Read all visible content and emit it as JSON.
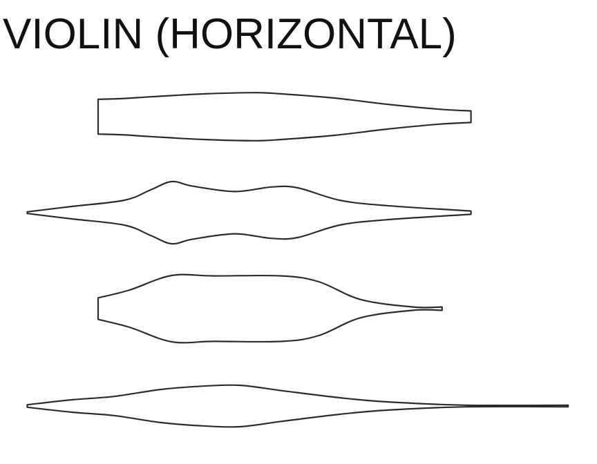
{
  "chart_data": {
    "type": "violin",
    "orientation": "horizontal",
    "title": "VIOLIN (HORIZONTAL)",
    "xlabel": "",
    "ylabel": "",
    "grid": false,
    "legend": "none",
    "stroke_color": "#2b2b2b",
    "fill_color": "none",
    "violins": [
      {
        "min": 2.0,
        "max": 9.1,
        "density": [
          [
            2.0,
            0.42
          ],
          [
            2.5,
            0.44
          ],
          [
            3.0,
            0.48
          ],
          [
            4.0,
            0.55
          ],
          [
            5.0,
            0.58
          ],
          [
            5.5,
            0.55
          ],
          [
            6.5,
            0.45
          ],
          [
            7.5,
            0.3
          ],
          [
            8.5,
            0.18
          ],
          [
            9.1,
            0.14
          ]
        ]
      },
      {
        "min": 0.65,
        "max": 9.1,
        "density": [
          [
            0.65,
            0.02
          ],
          [
            1.5,
            0.15
          ],
          [
            2.5,
            0.3
          ],
          [
            3.0,
            0.55
          ],
          [
            3.4,
            0.75
          ],
          [
            3.8,
            0.64
          ],
          [
            4.6,
            0.51
          ],
          [
            5.3,
            0.62
          ],
          [
            5.8,
            0.6
          ],
          [
            6.6,
            0.3
          ],
          [
            7.5,
            0.17
          ],
          [
            9.1,
            0.04
          ]
        ]
      },
      {
        "min": 2.0,
        "max": 8.55,
        "density": [
          [
            2.0,
            0.26
          ],
          [
            2.6,
            0.45
          ],
          [
            3.4,
            0.8
          ],
          [
            4.2,
            0.79
          ],
          [
            5.5,
            0.79
          ],
          [
            6.2,
            0.65
          ],
          [
            7.0,
            0.22
          ],
          [
            8.0,
            0.04
          ],
          [
            8.55,
            0.04
          ]
        ]
      },
      {
        "min": 0.65,
        "max": 10.95,
        "density": [
          [
            0.65,
            0.03
          ],
          [
            1.5,
            0.15
          ],
          [
            2.3,
            0.23
          ],
          [
            3.2,
            0.4
          ],
          [
            4.0,
            0.48
          ],
          [
            4.7,
            0.5
          ],
          [
            5.5,
            0.37
          ],
          [
            6.6,
            0.2
          ],
          [
            7.5,
            0.1
          ],
          [
            9.0,
            0.02
          ],
          [
            10.95,
            0.02
          ]
        ]
      }
    ]
  }
}
